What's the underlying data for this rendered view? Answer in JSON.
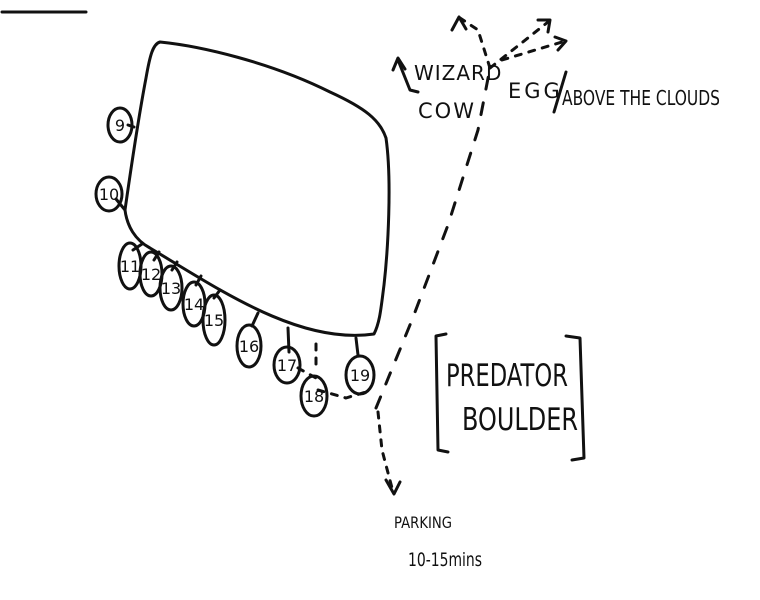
{
  "problems": [
    "9",
    "10",
    "11",
    "12",
    "13",
    "14",
    "15",
    "16",
    "17",
    "18",
    "19"
  ],
  "labels": {
    "wizard": "WIZARD",
    "cow": "COW",
    "egg": "EGG",
    "above_the_clouds": "ABOVE THE CLOUDS",
    "predator": "PREDATOR",
    "boulder": "BOULDER",
    "parking": "PARKING",
    "walk_time": "10-15mins"
  }
}
